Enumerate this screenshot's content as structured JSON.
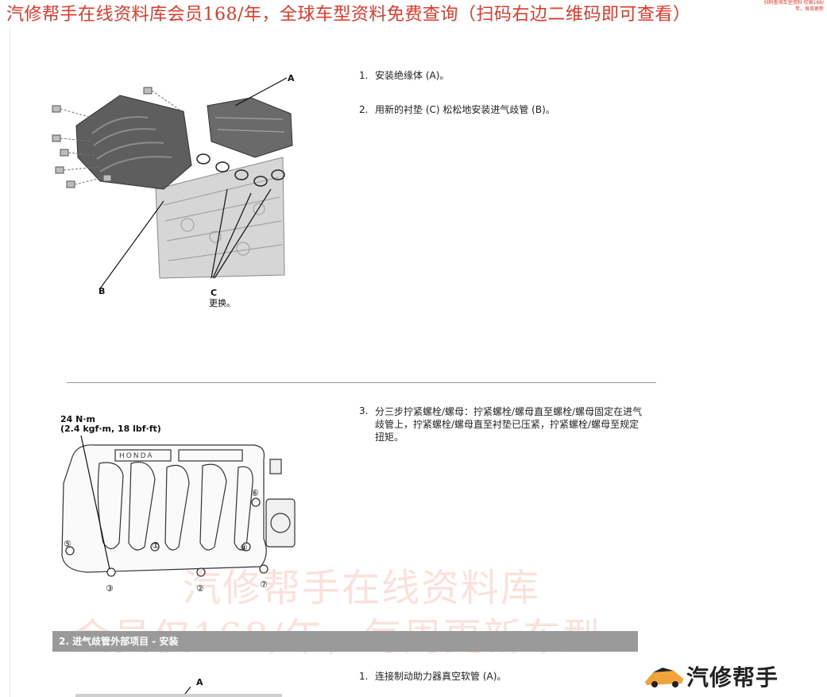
{
  "banner": {
    "text": "汽修帮手在线资料库会员168/年，全球车型资料免费查询（扫码右边二维码即可查看）",
    "corner_note": "扫码查询车型资料\n仅需168/年，每周更新"
  },
  "figure1": {
    "label_a": "A",
    "label_b": "B",
    "label_c": "C",
    "label_c_note": "更换。"
  },
  "steps_top": [
    {
      "num": "1.",
      "text": "安装绝缘体 (A)。"
    },
    {
      "num": "2.",
      "text": "用新的衬垫 (C) 松松地安装进气歧管 (B)。"
    }
  ],
  "figure2": {
    "torque_line1": "24 N·m",
    "torque_line2": "(2.4 kgf·m, 18 lbf·ft)",
    "brand_emboss": "HONDA",
    "bolt_numbers": [
      "①",
      "②",
      "③",
      "④",
      "⑤",
      "⑥",
      "⑦"
    ]
  },
  "step3": {
    "num": "3.",
    "text": "分三步拧紧螺栓/螺母：拧紧螺栓/螺母直至螺栓/螺母固定在进气歧管上，拧紧螺栓/螺母直至衬垫已压紧，拧紧螺栓/螺母至规定扭矩。"
  },
  "section": {
    "title": "2. 进气歧管外部项目 - 安装"
  },
  "step_bottom": {
    "num": "1.",
    "text": "连接制动助力器真空软管 (A)。"
  },
  "figure3": {
    "label_a": "A"
  },
  "watermark": {
    "line1": "汽修帮手在线资料库",
    "line2": "会员仅168/年，每周更新车型"
  },
  "logo": {
    "text": "汽修帮手"
  },
  "colors": {
    "banner_red": "#e03a2a",
    "section_gray": "#9a9a9a"
  }
}
